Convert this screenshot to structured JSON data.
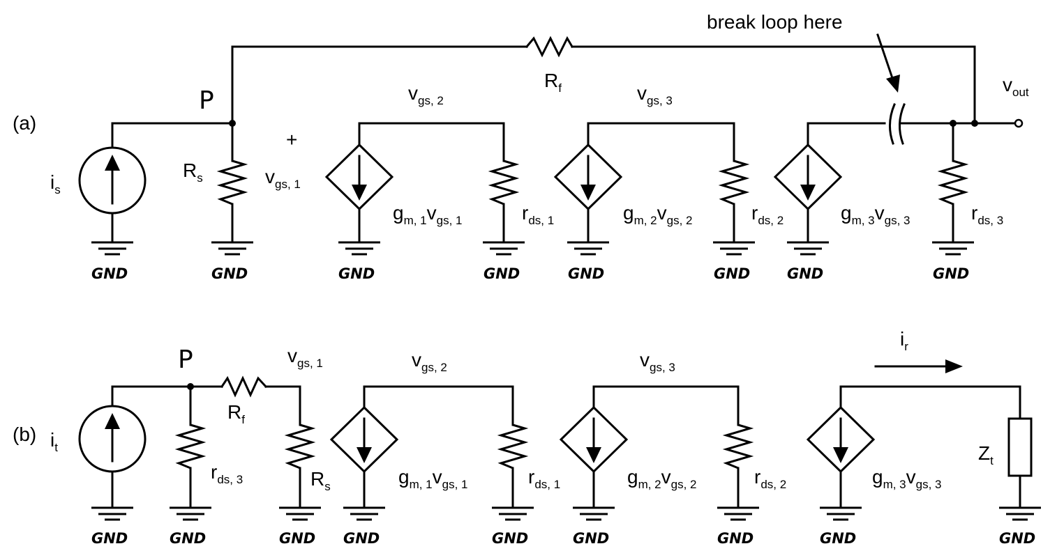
{
  "labels": {
    "part_a": "(a)",
    "part_b": "(b)",
    "node_p": "P",
    "gnd": "GND",
    "break_note": "break loop here",
    "plus": "+",
    "vout": {
      "base": "v",
      "sub": "out"
    },
    "is": {
      "base": "i",
      "sub": "s"
    },
    "it": {
      "base": "i",
      "sub": "t"
    },
    "ir": {
      "base": "i",
      "sub": "r"
    },
    "Rs": {
      "base": "R",
      "sub": "s"
    },
    "Rf": {
      "base": "R",
      "sub": "f"
    },
    "Zt": {
      "base": "Z",
      "sub": "t"
    },
    "vgs1": {
      "base": "v",
      "sub": "gs, 1"
    },
    "vgs2": {
      "base": "v",
      "sub": "gs, 2"
    },
    "vgs3": {
      "base": "v",
      "sub": "gs, 3"
    },
    "rds1": {
      "base": "r",
      "sub": "ds, 1"
    },
    "rds2": {
      "base": "r",
      "sub": "ds, 2"
    },
    "rds3": {
      "base": "r",
      "sub": "ds, 3"
    },
    "gm1": {
      "g": "g",
      "gsub": "m, 1",
      "v": "v",
      "vsub": "gs, 1"
    },
    "gm2": {
      "g": "g",
      "gsub": "m, 2",
      "v": "v",
      "vsub": "gs, 2"
    },
    "gm3": {
      "g": "g",
      "gsub": "m, 3",
      "v": "v",
      "vsub": "gs, 3"
    }
  }
}
